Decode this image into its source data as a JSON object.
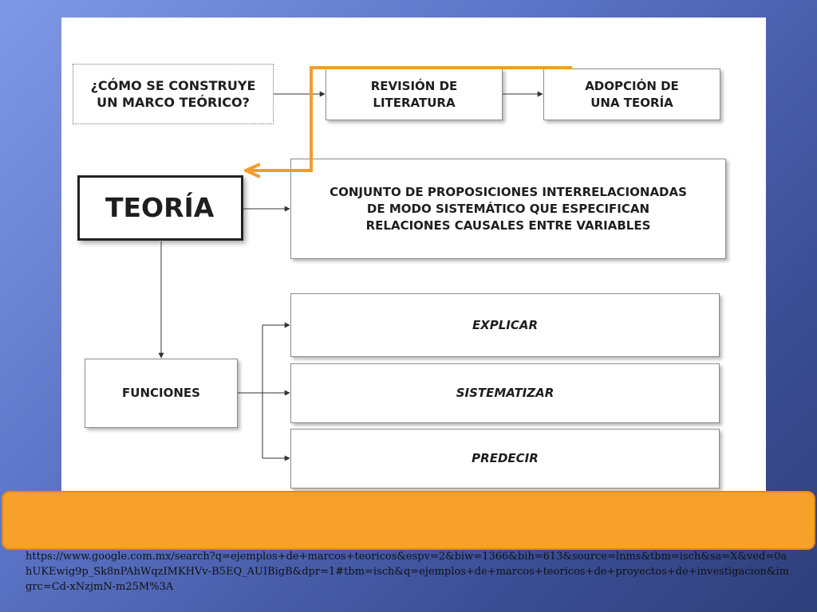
{
  "diagram": {
    "question": "¿CÓMO SE CONSTRUYE\nUN MARCO TEÓRICO?",
    "revision": "REVISIÓN DE\nLITERATURA",
    "adopcion": "ADOPCIÓN DE\nUNA TEORÍA",
    "teoria": "TEORÍA",
    "definition": "CONJUNTO DE PROPOSICIONES INTERRELACIONADAS\nDE MODO SISTEMÁTICO QUE ESPECIFICAN\nRELACIONES CAUSALES ENTRE VARIABLES",
    "funciones": "FUNCIONES",
    "functions": [
      "EXPLICAR",
      "SISTEMATIZAR",
      "PREDECIR"
    ]
  },
  "source": "https://www.google.com.mx/search?q=ejemplos+de+marcos+teoricos&espv=2&biw=1366&bih=613&source=lnms&tbm=isch&sa=X&ved=0ahUKEwig9p_Sk8nPAhWqzIMKHVv-B5EQ_AUIBigB&dpr=1#tbm=isch&q=ejemplos+de+marcos+teoricos+de+proyectos+de+investigacion&imgrc=Cd-xNzjmN-m25M%3A",
  "colors": {
    "accent_orange": "#f8a12a",
    "arrow_orange": "#f39c2e",
    "background_blue": "#5a72c4"
  }
}
